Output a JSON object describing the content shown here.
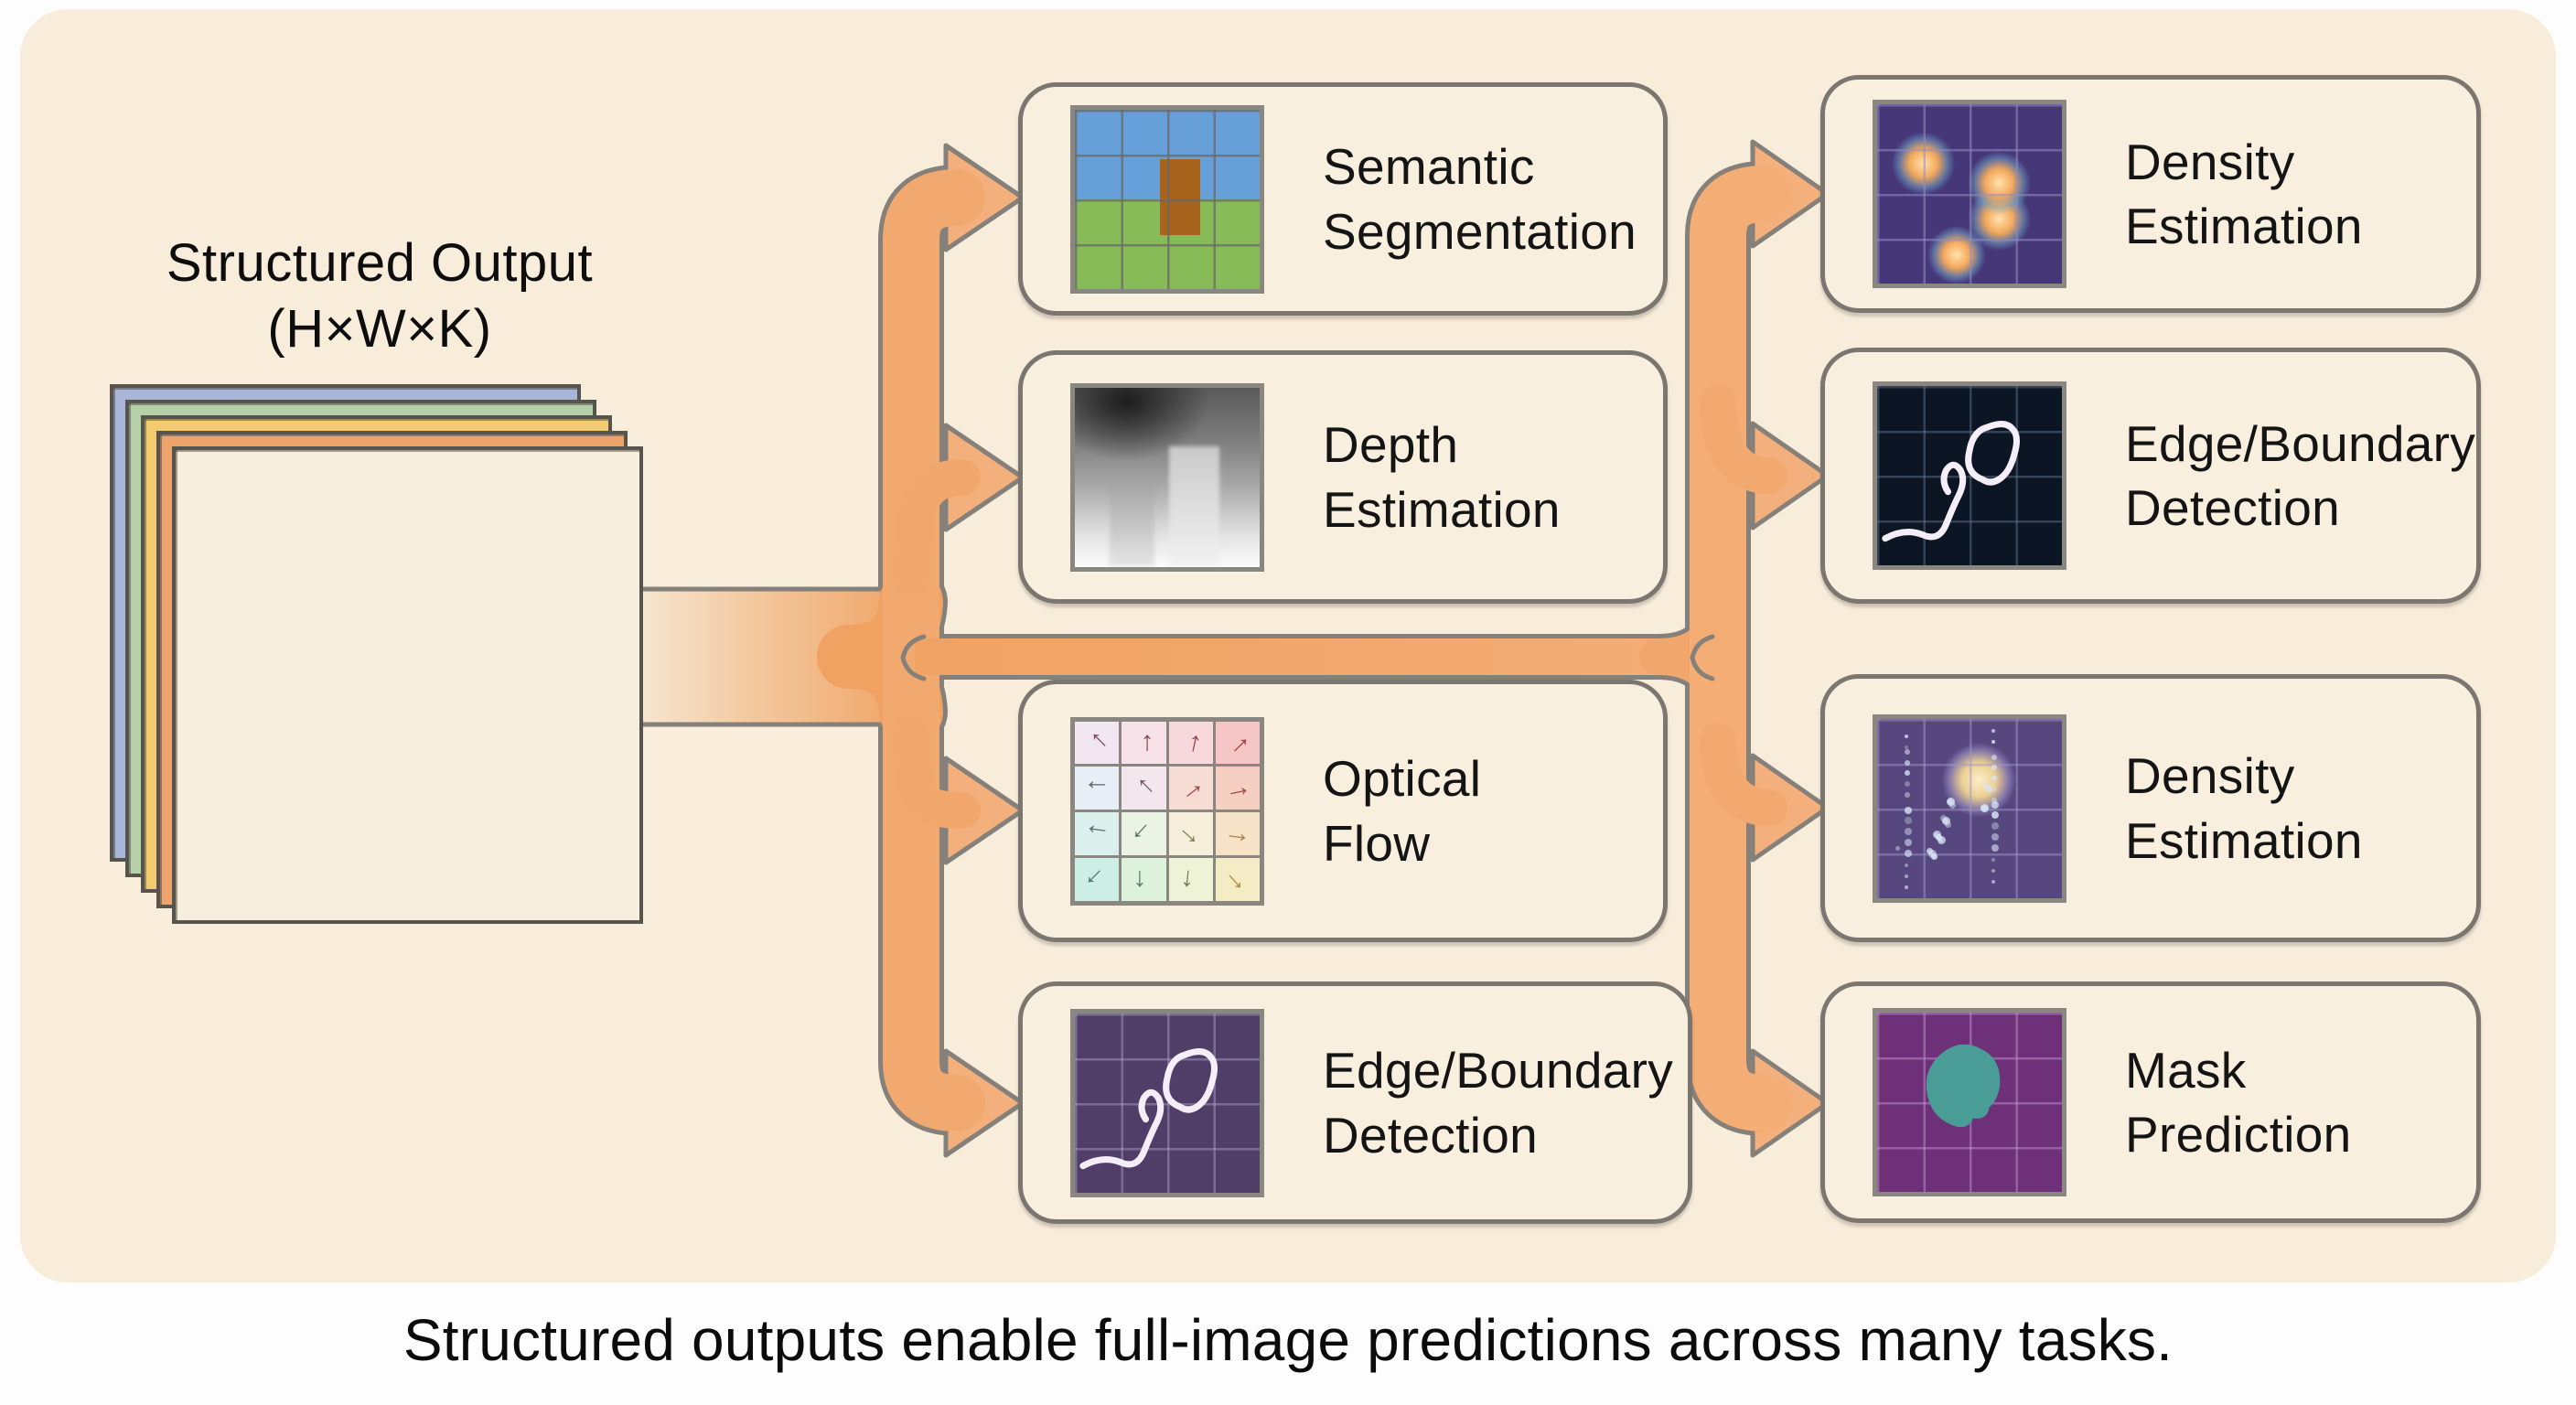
{
  "caption": "Structured outputs enable full-image predictions across many tasks.",
  "stack": {
    "label_line1": "Structured Output",
    "label_line2": "(H×W×K)",
    "layer_colors": [
      "#a9b6d9",
      "#b5d0a9",
      "#f2cb71",
      "#eda36c",
      "#f8eedd"
    ]
  },
  "colors": {
    "page_bg": "#fdfdfd",
    "panel_bg": "#f8ecda",
    "box_bg": "#f9efdf",
    "box_border": "#7b766f",
    "text": "#141414",
    "arrow_fill": "#f2a76d",
    "arrow_casing": "#85807a",
    "arrow_head": "#f4b07c"
  },
  "boxes": [
    {
      "id": "semantic-segmentation",
      "label": "Semantic\nSegmentation",
      "thumb": "semantic"
    },
    {
      "id": "depth-estimation",
      "label": "Depth\nEstimation",
      "thumb": "depth"
    },
    {
      "id": "optical-flow",
      "label": "Optical\nFlow",
      "thumb": "flow"
    },
    {
      "id": "edge-boundary-detection-left",
      "label": "Edge/Boundary\nDetection",
      "thumb": "edge-purple"
    },
    {
      "id": "density-estimation-heatmap",
      "label": "Density\nEstimation",
      "thumb": "density-blobs"
    },
    {
      "id": "edge-boundary-detection-right",
      "label": "Edge/Boundary\nDetection",
      "thumb": "edge-dark"
    },
    {
      "id": "density-estimation-scatter",
      "label": "Density\nEstimation",
      "thumb": "galaxy"
    },
    {
      "id": "mask-prediction",
      "label": "Mask\nPrediction",
      "thumb": "mask"
    }
  ],
  "flow_grid": {
    "rotations": [
      -135,
      -90,
      -78,
      -45,
      180,
      -135,
      -38,
      -12,
      188,
      132,
      42,
      8,
      135,
      90,
      96,
      48
    ],
    "cell_colors": [
      "#f2e6f0",
      "#f7e2ea",
      "#f7d8dc",
      "#f4c6c5",
      "#e7eef5",
      "#f3e7ee",
      "#f7dcd6",
      "#f5cfc2",
      "#dbf0ec",
      "#eaf3e4",
      "#f4eeda",
      "#f6e2c6",
      "#cdeee5",
      "#ddf2da",
      "#eef3d7",
      "#f5ecc6"
    ],
    "arrow_colors": [
      "#7d4a56",
      "#8a4a52",
      "#9a4444",
      "#a83f3f",
      "#5a6570",
      "#7a5560",
      "#9a4a48",
      "#a84a42",
      "#57707a",
      "#5a7568",
      "#8a7a50",
      "#b08048",
      "#4f7a72",
      "#55806a",
      "#6a8050",
      "#a89048"
    ]
  }
}
